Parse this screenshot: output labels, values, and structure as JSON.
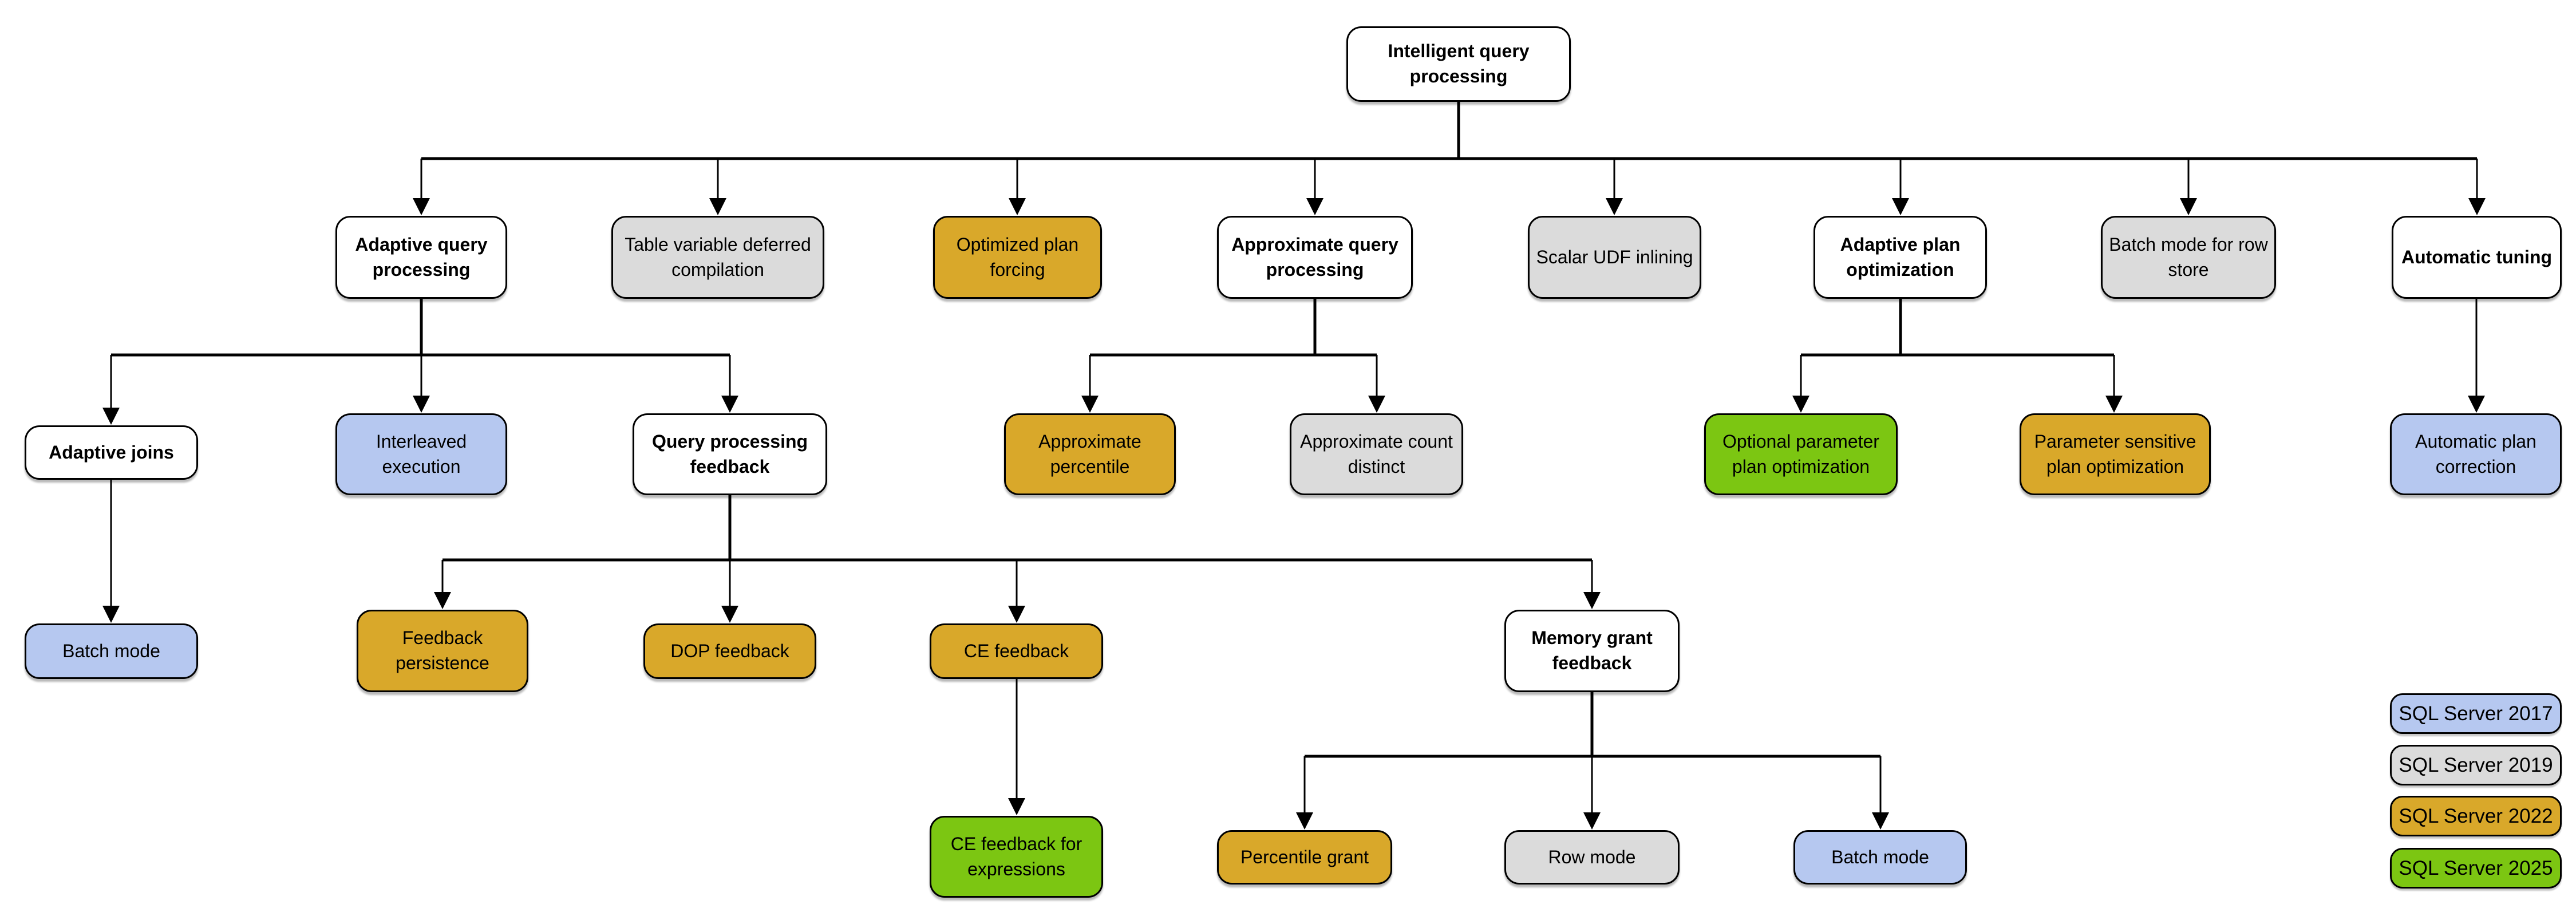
{
  "colors": {
    "sql2017": "#B6C8F0",
    "sql2019": "#DBDBDB",
    "sql2022": "#D9A82A",
    "sql2025": "#7CC612",
    "parent": "#FFFFFF"
  },
  "nodes": [
    {
      "label": "Intelligent query processing",
      "version": "parent"
    },
    {
      "label": "Adaptive query processing",
      "version": "parent"
    },
    {
      "label": "Table variable deferred compilation",
      "version": "sql2019"
    },
    {
      "label": "Optimized plan forcing",
      "version": "sql2022"
    },
    {
      "label": "Approximate query processing",
      "version": "parent"
    },
    {
      "label": "Scalar UDF inlining",
      "version": "sql2019"
    },
    {
      "label": "Adaptive plan optimization",
      "version": "parent"
    },
    {
      "label": "Batch mode for row store",
      "version": "sql2019"
    },
    {
      "label": "Automatic tuning",
      "version": "parent"
    },
    {
      "label": "Adaptive joins",
      "version": "parent"
    },
    {
      "label": "Interleaved execution",
      "version": "sql2017"
    },
    {
      "label": "Query processing feedback",
      "version": "parent"
    },
    {
      "label": "Approximate percentile",
      "version": "sql2022"
    },
    {
      "label": "Approximate count distinct",
      "version": "sql2019"
    },
    {
      "label": "Optional parameter plan optimization",
      "version": "sql2025"
    },
    {
      "label": "Parameter sensitive plan optimization",
      "version": "sql2022"
    },
    {
      "label": "Automatic plan correction",
      "version": "sql2017"
    },
    {
      "label": "Batch mode",
      "version": "sql2017"
    },
    {
      "label": "Feedback persistence",
      "version": "sql2022"
    },
    {
      "label": "DOP feedback",
      "version": "sql2022"
    },
    {
      "label": "CE feedback",
      "version": "sql2022"
    },
    {
      "label": "Memory grant feedback",
      "version": "parent"
    },
    {
      "label": "CE feedback for expressions",
      "version": "sql2025"
    },
    {
      "label": "Percentile grant",
      "version": "sql2022"
    },
    {
      "label": "Row mode",
      "version": "sql2019"
    },
    {
      "label": "Batch mode",
      "version": "sql2017"
    }
  ],
  "legend": [
    {
      "label": "SQL Server 2017",
      "version": "sql2017"
    },
    {
      "label": "SQL Server 2019",
      "version": "sql2019"
    },
    {
      "label": "SQL Server 2022",
      "version": "sql2022"
    },
    {
      "label": "SQL Server 2025",
      "version": "sql2025"
    }
  ]
}
